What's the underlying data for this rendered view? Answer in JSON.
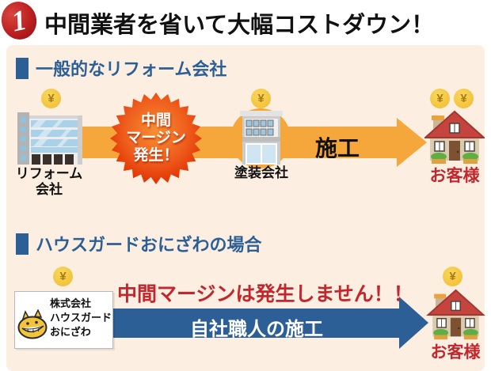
{
  "colors": {
    "panel_bg": "#fcefe2",
    "primary_blue": "#2d5f97",
    "accent_orange": "#f6a73b",
    "alert_red": "#c1272d",
    "burst_red": "#e33705",
    "coin_yellow": "#f3c33c"
  },
  "coins": {
    "symbol": "¥"
  },
  "header": {
    "badge_number": "1",
    "title": "中間業者を省いて大幅コストダウン！"
  },
  "section_general": {
    "heading": "一般的なリフォーム会社",
    "reform_company_label_lines": [
      "リフォーム",
      "会社"
    ],
    "burst_lines": [
      "中間",
      "マージン",
      "発生！"
    ],
    "paint_company_label": "塗装会社",
    "arrow_label": "施工",
    "customer_label": "お客様"
  },
  "section_onizawa": {
    "heading": "ハウスガードおにざわの場合",
    "logo_lines": [
      "株式会社",
      "ハウスガード",
      "おにざわ"
    ],
    "highlight_text": "中間マージンは発生しません！！",
    "arrow_label": "自社職人の施工",
    "customer_label": "お客様"
  }
}
